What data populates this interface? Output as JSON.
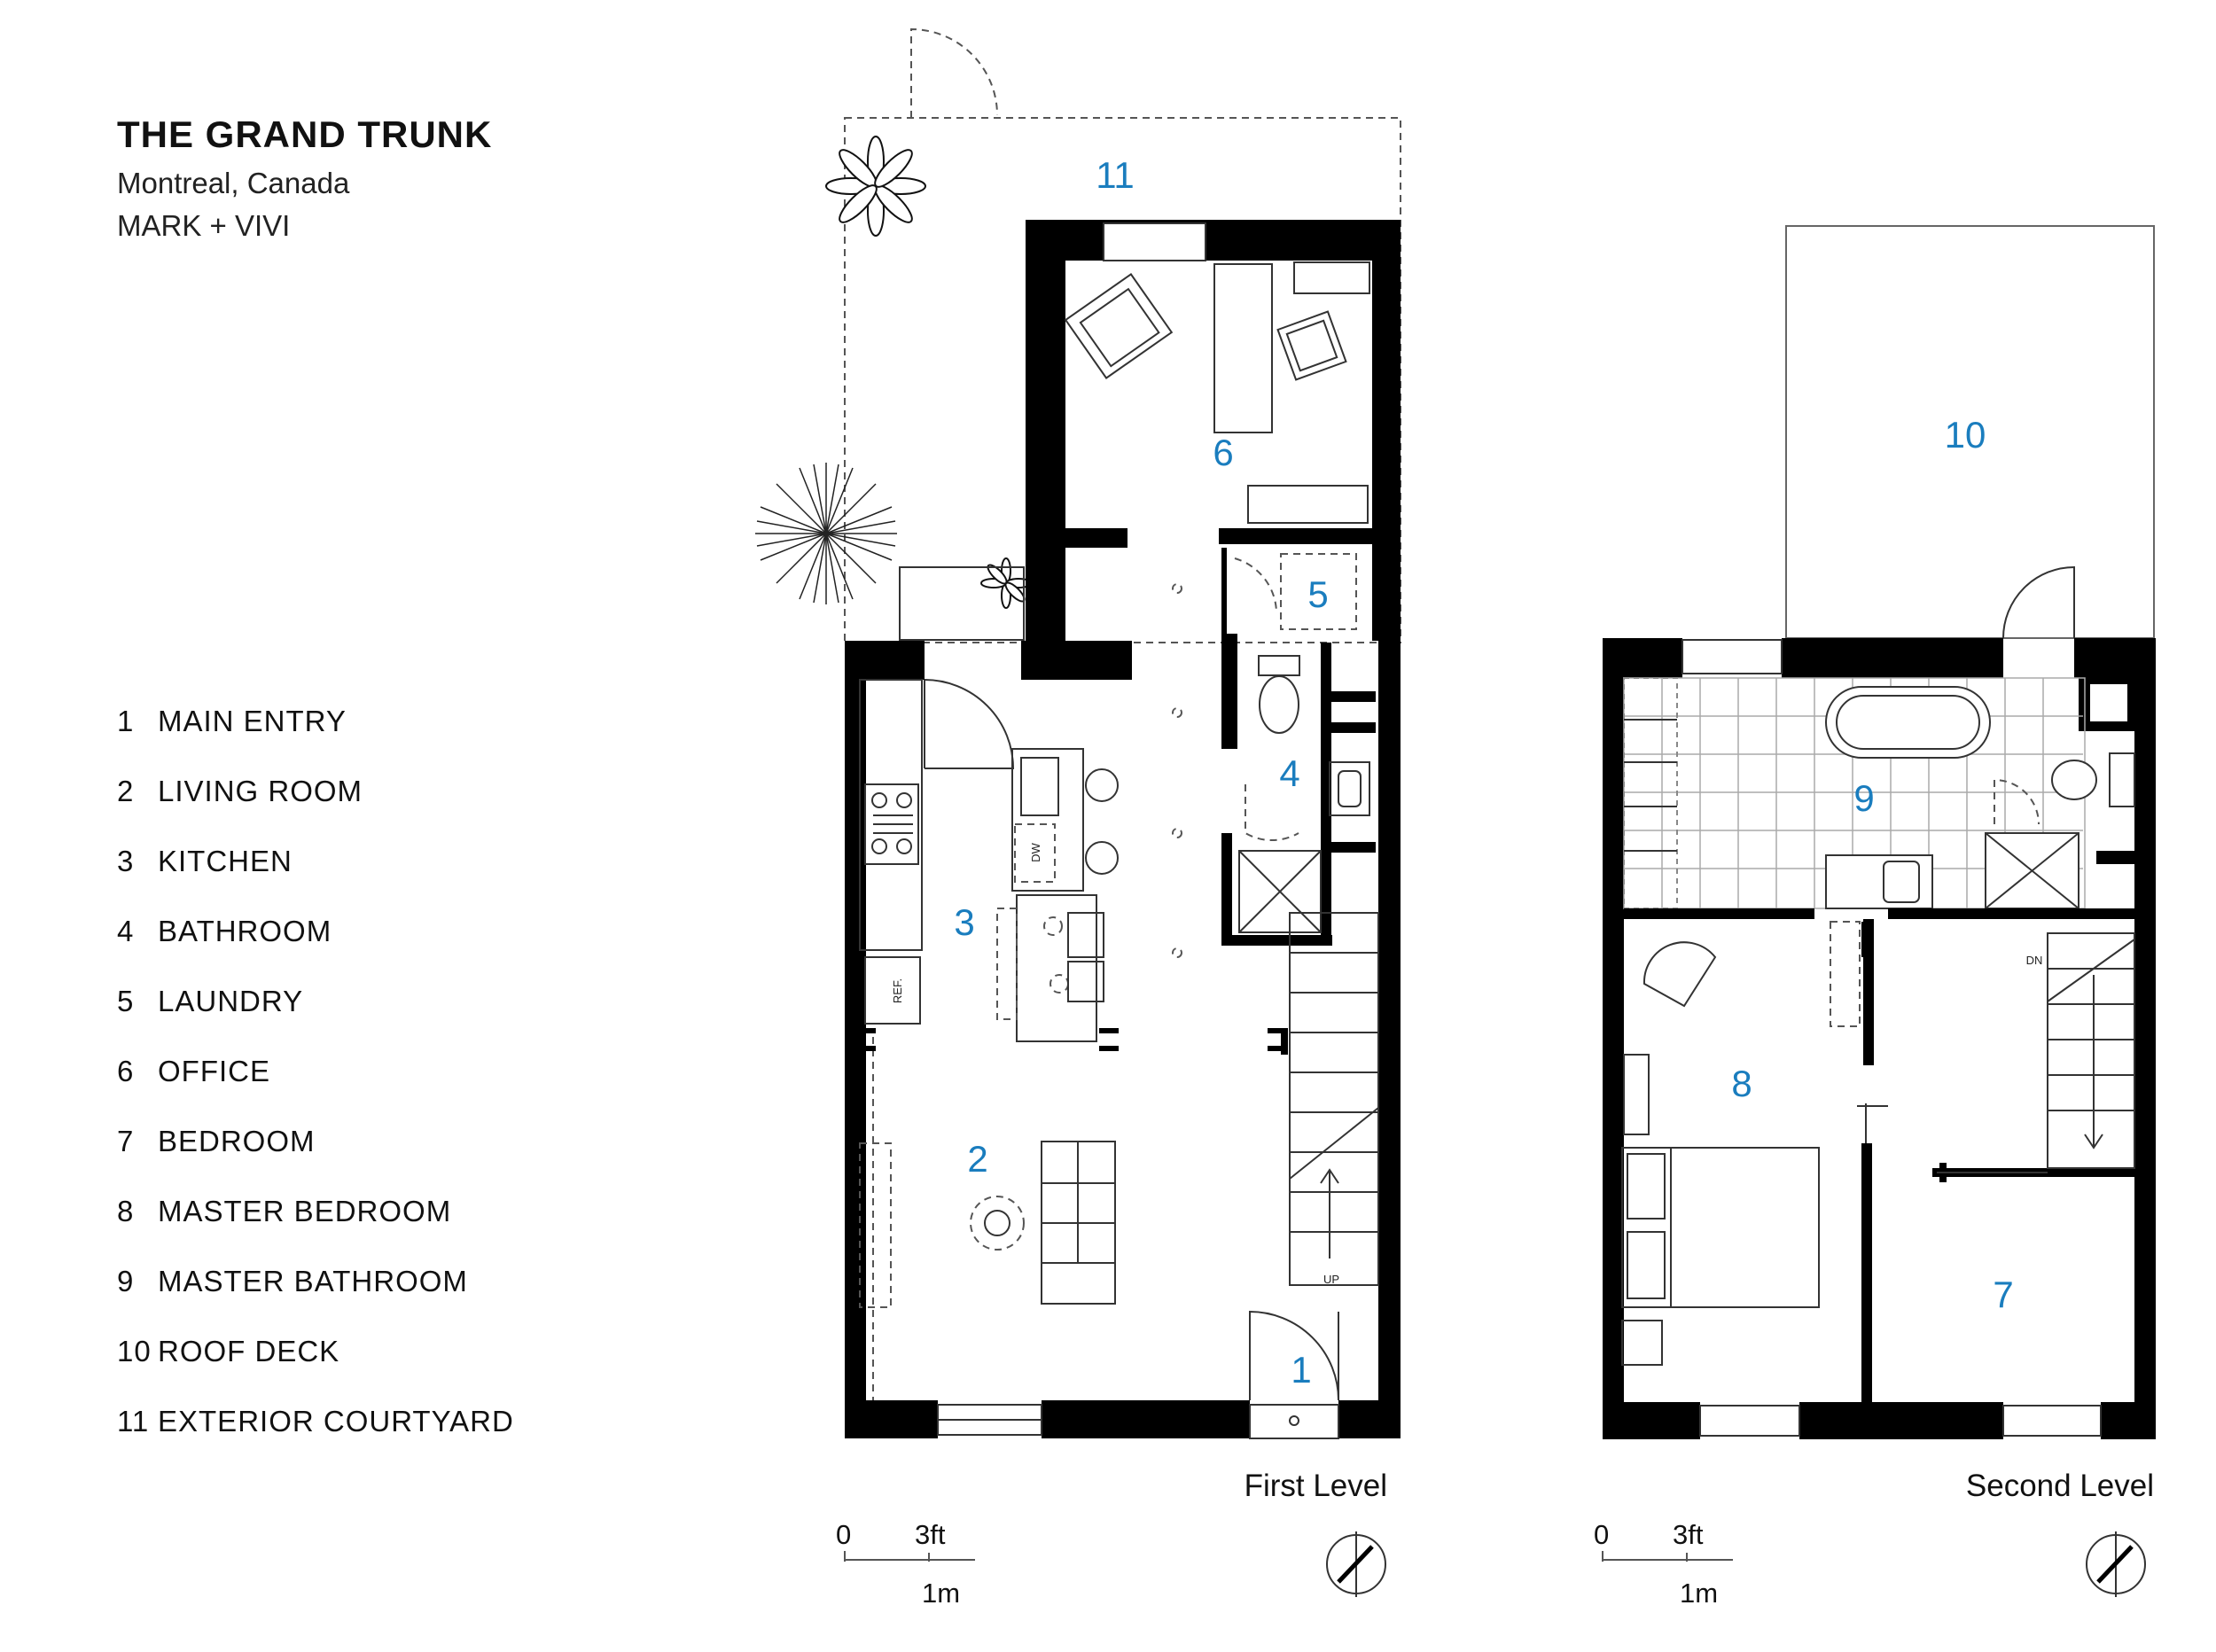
{
  "header": {
    "title": "THE GRAND TRUNK",
    "location": "Montreal, Canada",
    "architect": "MARK + VIVI"
  },
  "legend": [
    {
      "num": "1",
      "label": "MAIN ENTRY"
    },
    {
      "num": "2",
      "label": "LIVING ROOM"
    },
    {
      "num": "3",
      "label": "KITCHEN"
    },
    {
      "num": "4",
      "label": "BATHROOM"
    },
    {
      "num": "5",
      "label": "LAUNDRY"
    },
    {
      "num": "6",
      "label": "OFFICE"
    },
    {
      "num": "7",
      "label": "BEDROOM"
    },
    {
      "num": "8",
      "label": "MASTER BEDROOM"
    },
    {
      "num": "9",
      "label": "MASTER BATHROOM"
    },
    {
      "num": "10",
      "label": "ROOF DECK"
    },
    {
      "num": "11",
      "label": "EXTERIOR COURTYARD"
    }
  ],
  "plans": {
    "first": {
      "label": "First Level",
      "rooms": [
        "1",
        "2",
        "3",
        "4",
        "5",
        "6",
        "11"
      ],
      "scale": {
        "zero": "0",
        "ft": "3ft",
        "m": "1m"
      },
      "annotations": {
        "up": "UP",
        "dw": "DW",
        "ref": "REF."
      }
    },
    "second": {
      "label": "Second Level",
      "rooms": [
        "7",
        "8",
        "9",
        "10"
      ],
      "scale": {
        "zero": "0",
        "ft": "3ft",
        "m": "1m"
      },
      "annotations": {
        "dn": "DN"
      }
    }
  },
  "colors": {
    "room_label": "#1a7dbe",
    "wall": "#000000"
  }
}
